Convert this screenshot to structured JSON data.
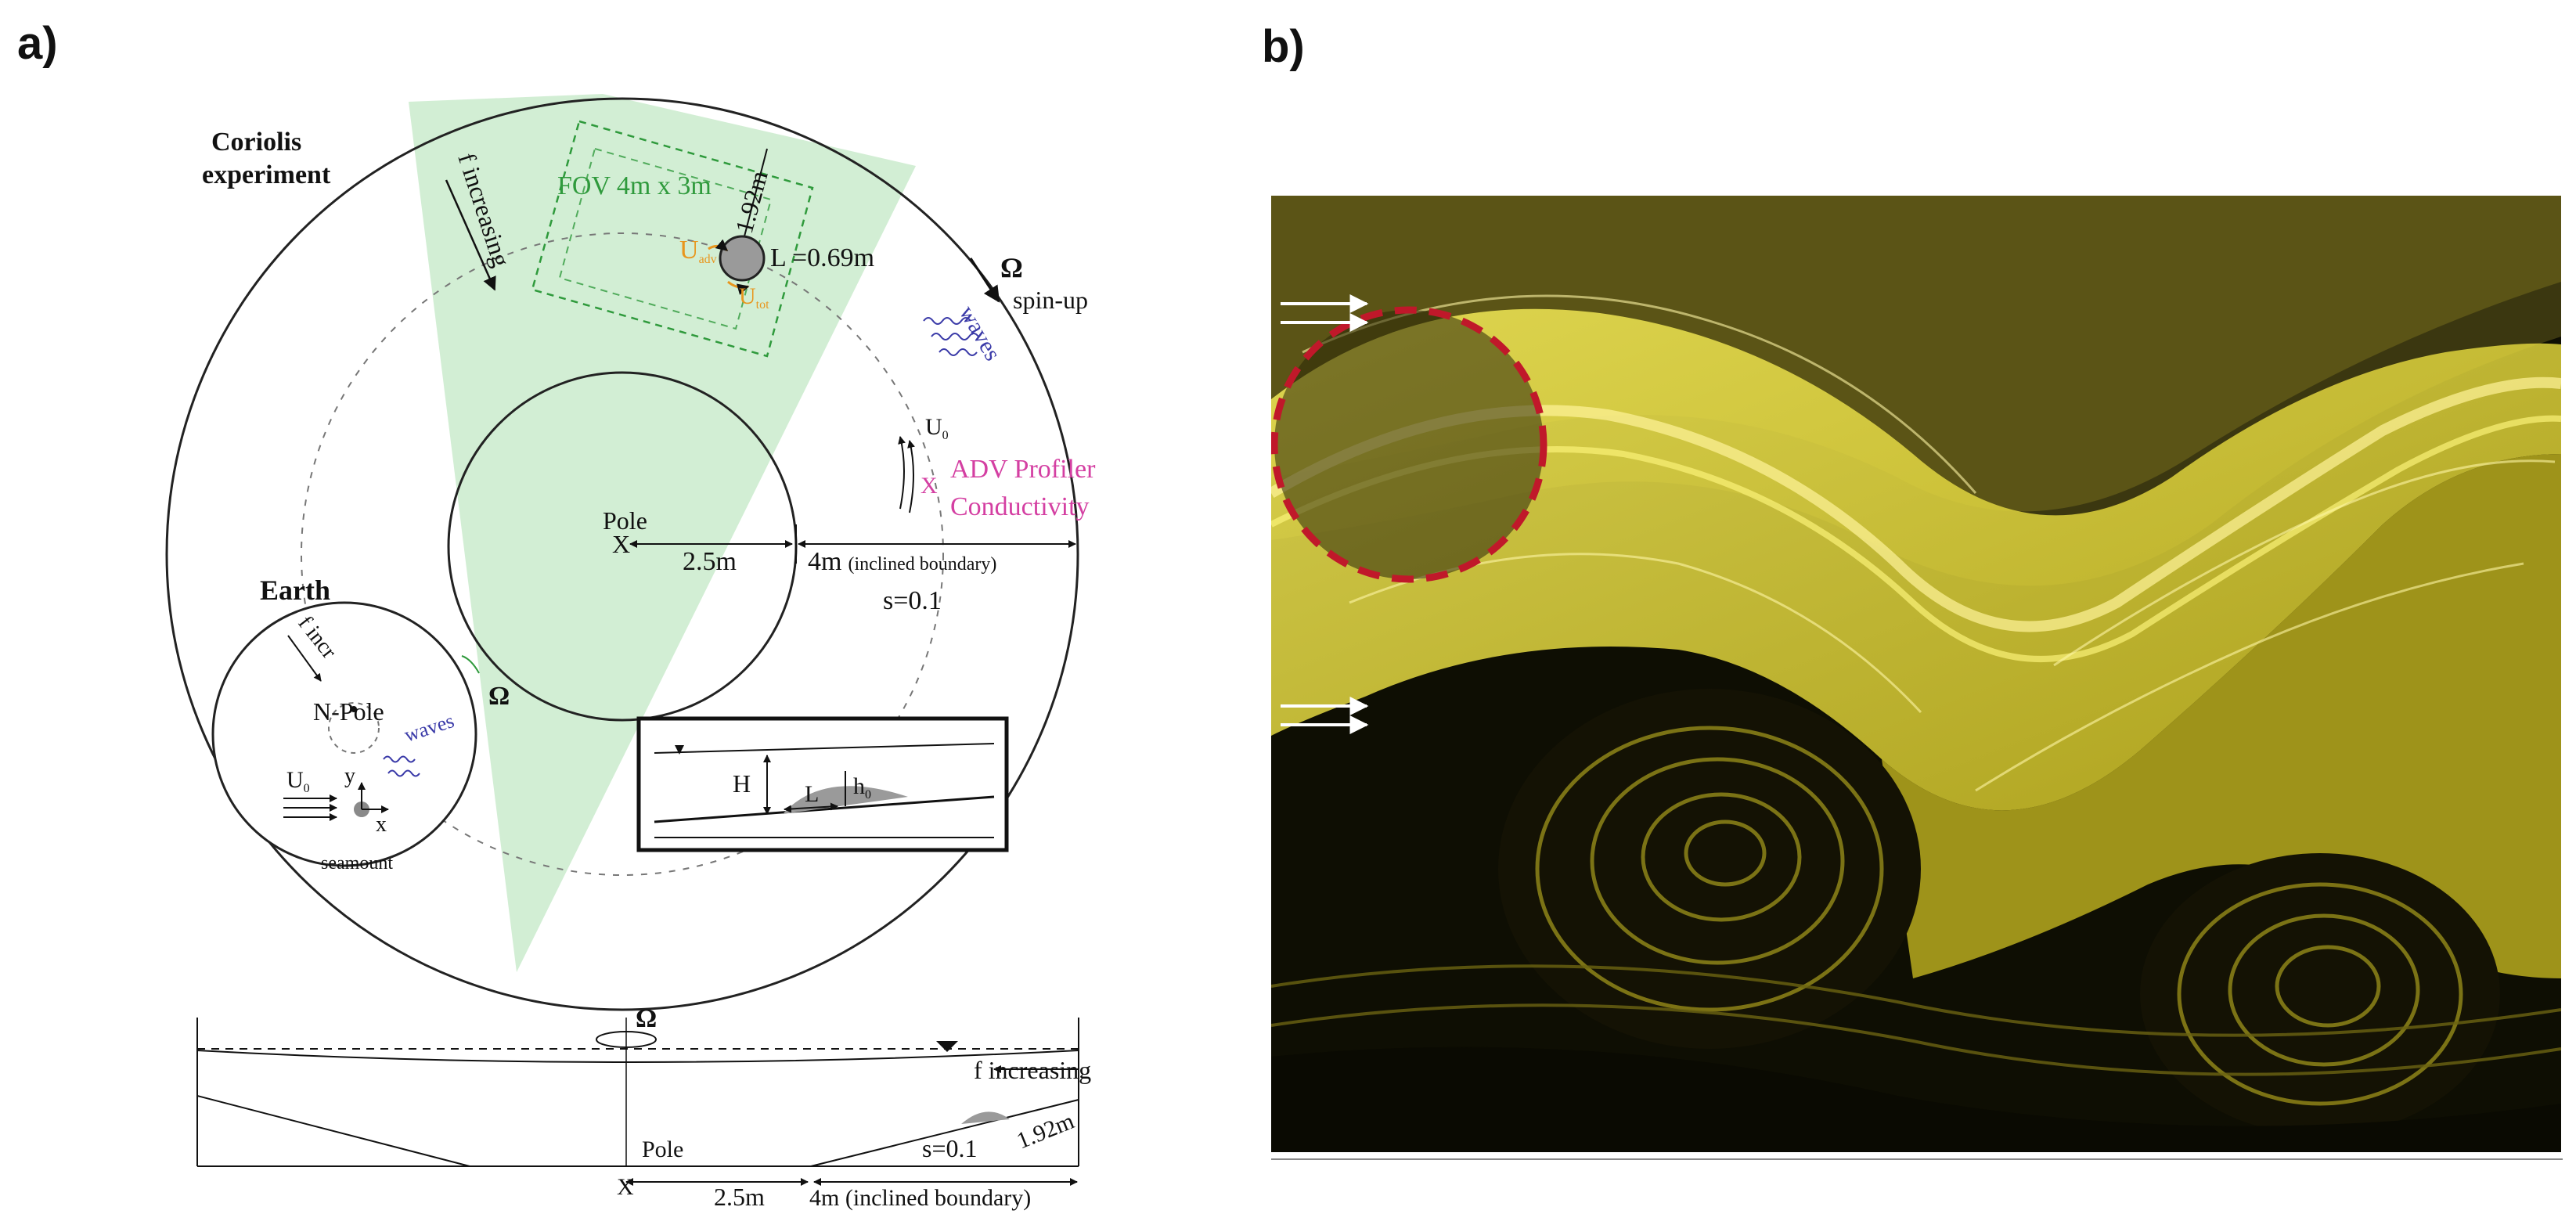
{
  "panels": {
    "a": "a)",
    "b": "b)"
  },
  "main": {
    "coriolis_line1": "Coriolis",
    "coriolis_line2": "experiment",
    "fov": "FOV 4m x 3m",
    "fov_side": "1.92m",
    "f_increasing": "f increasing",
    "L_label": "L =0.69m",
    "u_left": "U",
    "u_left_sub": "adv",
    "u_right": "U",
    "u_right_sub": "tot",
    "omega": "Ω",
    "spin_up": "spin-up",
    "waves": "waves",
    "u0": "U",
    "u0_sub": "0",
    "x_mark": "X",
    "adv_profiler": "ADV Profiler",
    "conductivity": "Conductivity",
    "pole": "Pole",
    "pole_x": "X",
    "dist_inner": "2.5m",
    "dist_outer": "4m",
    "inclined": "(inclined boundary)",
    "slope": "s=0.1",
    "omega_inner": "Ω"
  },
  "earth": {
    "title": "Earth",
    "f_incr": "f incr",
    "n_pole": "N-Pole",
    "waves": "waves",
    "u0": "U",
    "u0_sub": "0",
    "y": "y",
    "x": "x",
    "seamount": "seamount"
  },
  "inset": {
    "H": "H",
    "L": "L",
    "h0": "h",
    "h0_sub": "0"
  },
  "section": {
    "omega": "Ω",
    "f_increasing": "f increasing",
    "side": "1.92m",
    "slope": "s=0.1",
    "pole": "Pole",
    "x": "X",
    "dist_inner": "2.5m",
    "dist_outer": "4m (inclined boundary)"
  },
  "colors": {
    "fov_fill": "#cdeccf",
    "fov_text": "#2f9a3c",
    "orange": "#e8961e",
    "magenta": "#d43fa2",
    "wave_blue": "#3a3aa8",
    "dashed_red": "#c0182a",
    "dye_yellow": "#f0e430"
  }
}
